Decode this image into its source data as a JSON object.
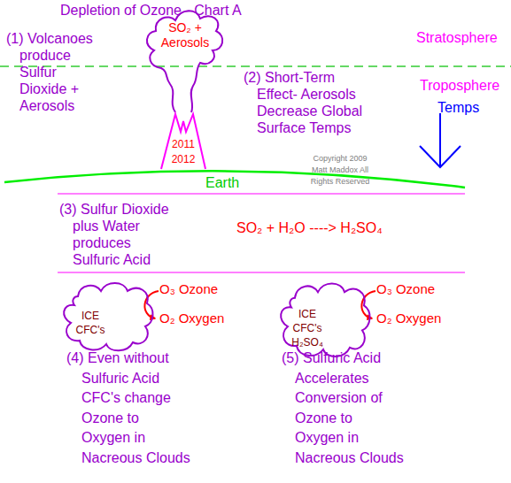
{
  "diagram": {
    "title": "Depletion of Ozone - Chart A",
    "nodes": [
      {
        "text": [
          "SO₂ + Aerosols"
        ]
      },
      {
        "text": [
          "2011 2012"
        ]
      },
      {
        "text": [
          "ICE CFC's"
        ]
      },
      {
        "text": [
          "ICE CFC's H₂SO₄"
        ]
      }
    ],
    "labels": [
      "Stratosphere",
      "(1) Volcanoes produce Sulfur Dioxide + Aerosols",
      "(2) Short-Term Effect- Aerosols Decrease Global Surface Temps",
      "Troposphere",
      "Temps",
      "Copyright 2009 Matt Maddox All Rights Reserved",
      "Earth",
      "(3) Sulfur Dioxide plus Water produces Sulfuric Acid",
      "SO₂ + H₂O ----> H₂SO₄",
      "O₃ Ozone",
      "O₂ Oxygen",
      "(4) Even without Sulfuric Acid CFC's change Ozone to Oxygen in Nacreous Clouds",
      "O₃ Ozone",
      "O₂ Oxygen",
      "(5) Sulfuric Acid Accelerates Conversion of Ozone to Oxygen in Nacreous Clouds"
    ]
  }
}
